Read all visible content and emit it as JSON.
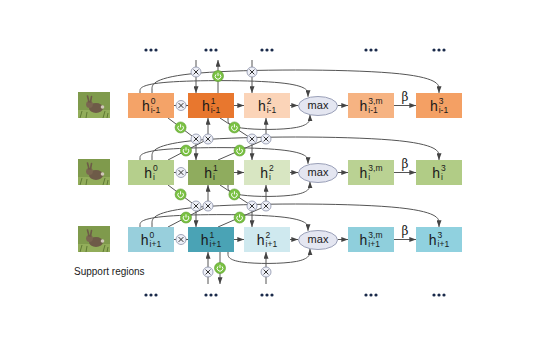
{
  "diagram": {
    "nodes": [
      {
        "text": [
          "h",
          "i-1",
          "0"
        ]
      },
      {
        "text": [
          "h",
          "i-1",
          "1"
        ]
      },
      {
        "text": [
          "h",
          "i-1",
          "2"
        ]
      },
      {
        "text": [
          "max"
        ]
      },
      {
        "text": [
          "h",
          "i-1",
          "3,m"
        ]
      },
      {
        "text": [
          "h",
          "i-1",
          "3"
        ]
      },
      {
        "text": [
          "h",
          "i",
          "0"
        ]
      },
      {
        "text": [
          "h",
          "i",
          "1"
        ]
      },
      {
        "text": [
          "h",
          "i",
          "2"
        ]
      },
      {
        "text": [
          "max"
        ]
      },
      {
        "text": [
          "h",
          "i",
          "3,m"
        ]
      },
      {
        "text": [
          "h",
          "i",
          "3"
        ]
      },
      {
        "text": [
          "h",
          "i+1",
          "0"
        ]
      },
      {
        "text": [
          "h",
          "i+1",
          "1"
        ]
      },
      {
        "text": [
          "h",
          "i+1",
          "2"
        ]
      },
      {
        "text": [
          "max"
        ]
      },
      {
        "text": [
          "h",
          "i+1",
          "3,m"
        ]
      },
      {
        "text": [
          "h",
          "i+1",
          "3"
        ]
      }
    ],
    "edges": [
      {
        "from": 0,
        "to": 1,
        "arrow": "to"
      },
      {
        "from": 1,
        "to": 2,
        "arrow": "to"
      },
      {
        "from": 2,
        "to": 3,
        "arrow": "to"
      },
      {
        "from": 3,
        "to": 4,
        "arrow": "to"
      },
      {
        "from": 4,
        "to": 5,
        "label": "β",
        "arrow": "to"
      },
      {
        "from": 0,
        "to": 3,
        "arrow": "to"
      },
      {
        "from": 1,
        "to": 3,
        "arrow": "to"
      },
      {
        "from": 0,
        "to": 5,
        "arrow": "to"
      },
      {
        "from": 6,
        "to": 7,
        "arrow": "to"
      },
      {
        "from": 7,
        "to": 8,
        "arrow": "to"
      },
      {
        "from": 8,
        "to": 9,
        "arrow": "to"
      },
      {
        "from": 9,
        "to": 10,
        "arrow": "to"
      },
      {
        "from": 10,
        "to": 11,
        "label": "β",
        "arrow": "to"
      },
      {
        "from": 6,
        "to": 9,
        "arrow": "to"
      },
      {
        "from": 7,
        "to": 9,
        "arrow": "to"
      },
      {
        "from": 6,
        "to": 11,
        "arrow": "to"
      },
      {
        "from": 12,
        "to": 13,
        "arrow": "to"
      },
      {
        "from": 13,
        "to": 14,
        "arrow": "to"
      },
      {
        "from": 14,
        "to": 15,
        "arrow": "to"
      },
      {
        "from": 15,
        "to": 16,
        "arrow": "to"
      },
      {
        "from": 16,
        "to": 17,
        "label": "β",
        "arrow": "to"
      },
      {
        "from": 12,
        "to": 15,
        "arrow": "to"
      },
      {
        "from": 13,
        "to": 15,
        "arrow": "to"
      },
      {
        "from": 12,
        "to": 17,
        "arrow": "to"
      },
      {
        "from": 0,
        "to": 7,
        "arrow": "to"
      },
      {
        "from": 1,
        "to": 8,
        "arrow": "to"
      },
      {
        "from": 6,
        "to": 1,
        "arrow": "to"
      },
      {
        "from": 7,
        "to": 2,
        "arrow": "to"
      },
      {
        "from": 6,
        "to": 13,
        "arrow": "to"
      },
      {
        "from": 7,
        "to": 14,
        "arrow": "to"
      },
      {
        "from": 12,
        "to": 7,
        "arrow": "to"
      },
      {
        "from": 13,
        "to": 8,
        "arrow": "to"
      }
    ],
    "labels": [
      "Support regions"
    ]
  }
}
